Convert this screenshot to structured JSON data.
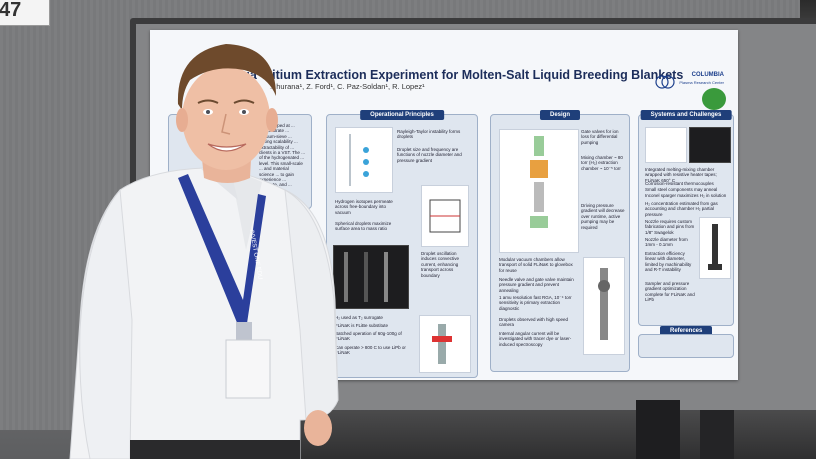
{
  "booth": {
    "number": "47"
  },
  "poster": {
    "title": "...ia Tritium Extraction Experiment for Molten-Salt Liquid Breeding Blankets",
    "authors": "...hurana¹, Z. Ford¹, C. Paz-Soldan¹, R. Lopez¹",
    "logo_text": "COLUMBIA",
    "logo_sub": "Plasma Research Center",
    "sections": {
      "operational": "Operational Principles",
      "design": "Design",
      "systems": "Systems and Challenges",
      "references": "References"
    },
    "op_bullets": [
      "Rayleigh-Taylor instability forms droplets",
      "Droplet size and frequency are functions of nozzle diameter and pressure gradient",
      "Hydrogen isotopes permeate across free-boundary into vacuum",
      "Spherical droplets maximize surface area to mass ratio",
      "Droplet oscillation induces convective current, enhancing transport across boundary",
      "H₂ used as T₂ surrogate",
      "FLiNaK is FLiBe substitute",
      "Batched operation of 60g-100g of FLiNaK",
      "Can operate > 800 C to use LiPb or FLiNaK"
    ],
    "design_bullets": [
      "Gate valves for ion loss for differential pumping",
      "Mixing chamber ~ 80 torr (H₂) extraction chamber ~ 10⁻⁵ torr",
      "Driving pressure gradient will decrease over runtime, active pumping may be required",
      "Modular vacuum chambers allow transport of solid FLiNaK to glovebox for reuse",
      "Needle valve and gate valve maintain pressure gradient and prevent annealing",
      "1 amu resolution fast RGA, 10⁻⁴ torr sensitivity is primary extraction diagnostic",
      "Droplets observed with high speed camera",
      "Internal angular current will be investigated with tracer dye or laser-induced spectroscopy"
    ],
    "sys_bullets": [
      "Integrated melting-mixing chamber wrapped with resistive heater tapes; FLiNaK 650° C",
      "Corrosion-resistant thermocouples",
      "Small steel components may anneal",
      "Inconel sparger maximizes H₂ in solution",
      "H₂ concentration estimated from gas accounting and chamber H₂ partial pressure",
      "Nozzle requires custom fabrication and pins from 1/8\" Swagelok",
      "Nozzle diameter from 1mm - 0.1mm",
      "Extraction efficiency linear with diameter, limited by machinability and R-T instability",
      "Sampler and pressure gradient optimization complete for FLiNaK and LiPb"
    ],
    "left_bullets": "... developed at ... demonstrate ... vacuum-sieve ... mixing scalability ... extractability of ... clients in a VST. The ... of the hydrogenated ... level. This small-scale ... and material science ... to gain experience ... graduate, and ..."
  },
  "lanyard": {
    "text": "INVEST ONE EDU"
  },
  "colors": {
    "poster_title": "#1c2d5a",
    "section_header": "#1f3f7a",
    "panel": "#dfe6ef",
    "shirt": "#f2f3f5",
    "lanyard": "#2b3f9c"
  }
}
